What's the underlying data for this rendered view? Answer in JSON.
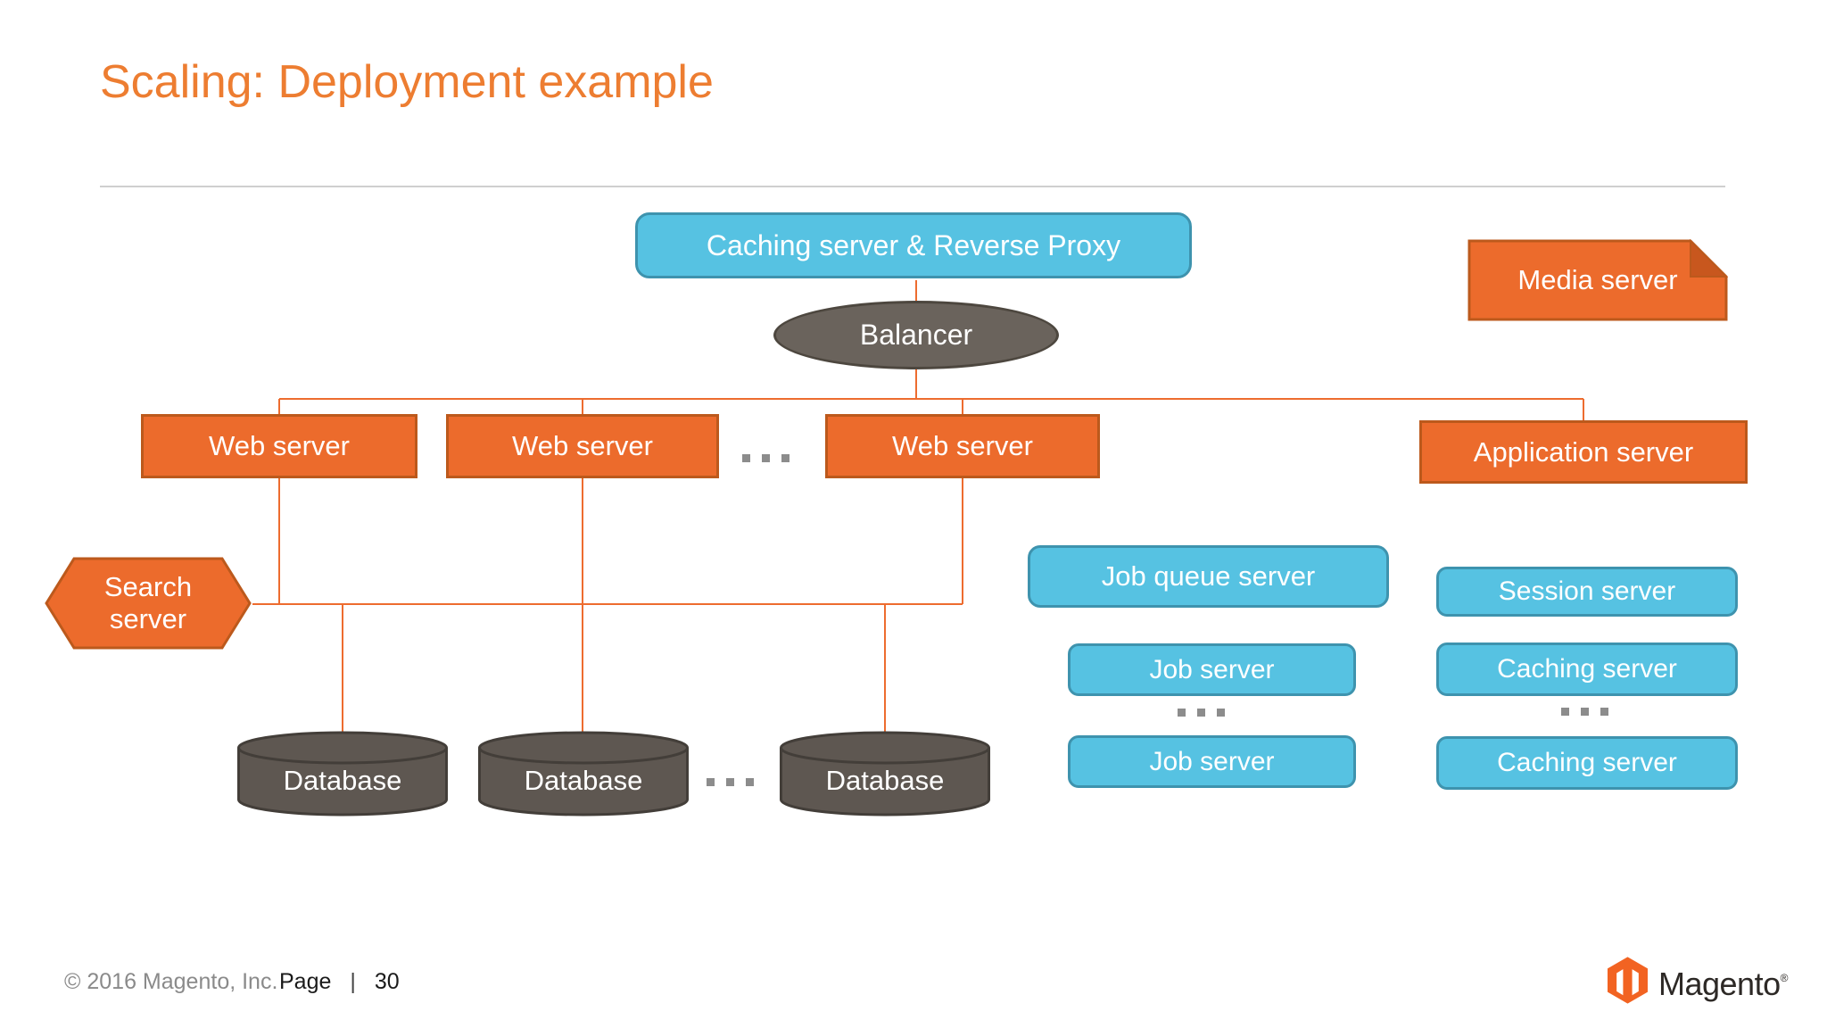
{
  "title": "Scaling: Deployment example",
  "diagram": {
    "caching_proxy": "Caching server & Reverse Proxy",
    "media_server": "Media server",
    "balancer": "Balancer",
    "web_server_1": "Web server",
    "web_server_2": "Web server",
    "web_server_3": "Web server",
    "application_server": "Application server",
    "search_server_line1": "Search",
    "search_server_line2": "server",
    "job_queue_server": "Job queue server",
    "job_server_1": "Job server",
    "job_server_2": "Job server",
    "session_server": "Session server",
    "caching_server_1": "Caching server",
    "caching_server_2": "Caching server",
    "database_1": "Database",
    "database_2": "Database",
    "database_3": "Database",
    "ellipsis": "..."
  },
  "colors": {
    "title_orange": "#ED7D31",
    "box_orange": "#EC6B2C",
    "box_orange_border": "#BC591C",
    "box_blue": "#56C2E2",
    "box_blue_border": "#3E93AE",
    "shape_dark": "#5E5751",
    "shape_dark_border": "#433E39",
    "connector_orange": "#ED6C2F",
    "logo_orange": "#F26322"
  },
  "footer": {
    "copyright": "© 2016 Magento, Inc.",
    "page_label": "Page",
    "page_separator": "|",
    "page_number": "30",
    "brand": "Magento",
    "registered_mark": "®"
  }
}
